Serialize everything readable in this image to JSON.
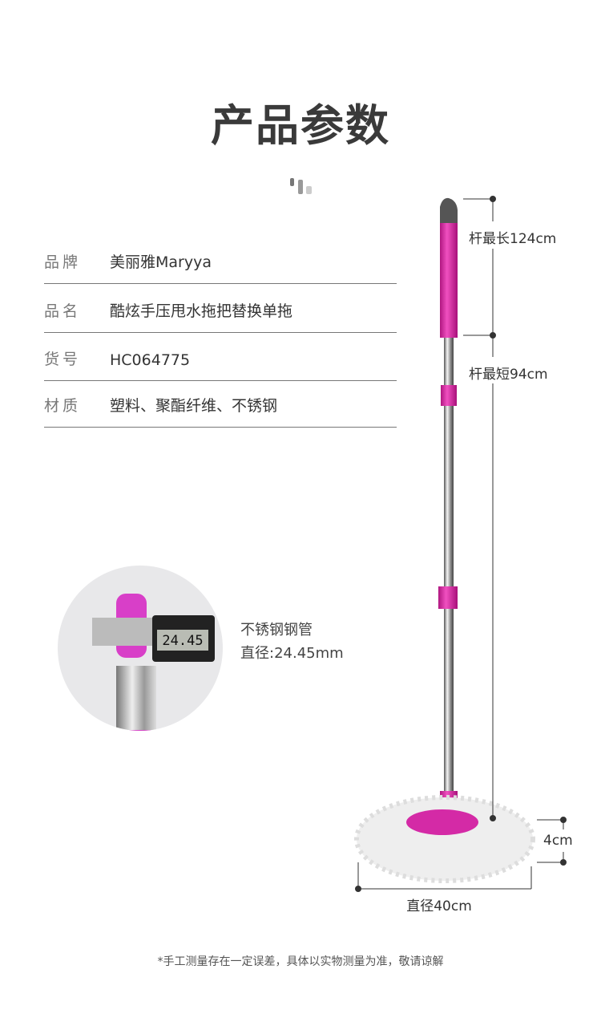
{
  "title": "产品参数",
  "specs": [
    {
      "label": "品牌",
      "value": "美丽雅Maryya"
    },
    {
      "label": "品名",
      "value": "酷炫手压甩水拖把替换单拖"
    },
    {
      "label": "货号",
      "value": "HC064775"
    },
    {
      "label": "材质",
      "value": "塑料、聚酯纤维、不锈钢"
    }
  ],
  "dimensions": {
    "max_length": "杆最长124cm",
    "min_length": "杆最短94cm",
    "head_height": "4cm",
    "head_diameter": "直径40cm"
  },
  "tube": {
    "name": "不锈钢钢管",
    "diameter": "直径:24.45mm",
    "caliper_reading": "24.45"
  },
  "footnote": "*手工测量存在一定误差，具体以实物测量为准，敬请谅解",
  "colors": {
    "accent": "#e0229a",
    "text": "#333333"
  }
}
